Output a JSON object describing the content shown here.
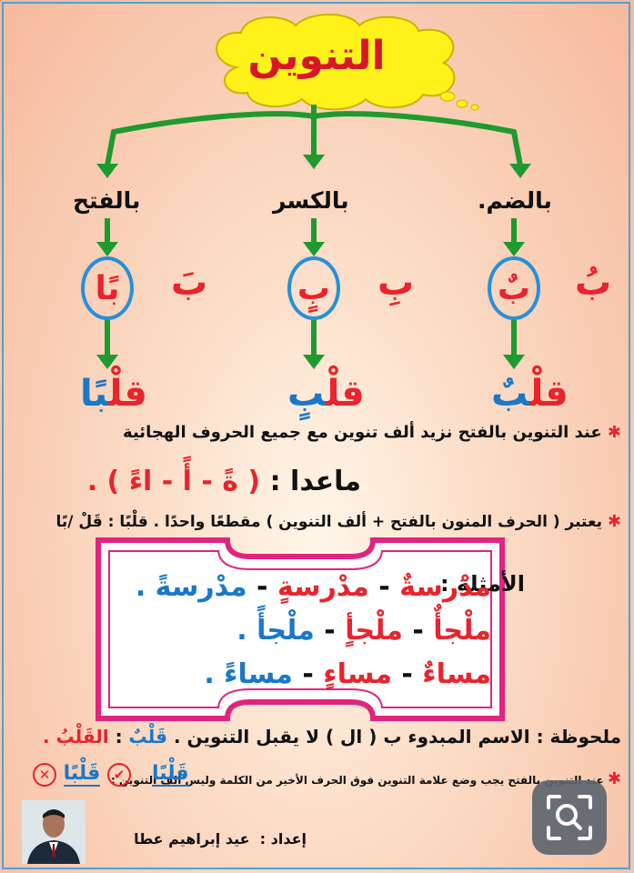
{
  "title": "التنوين",
  "branches": {
    "damm": {
      "label": "بالضم",
      "dot": ".",
      "letter_plain": "بُ",
      "letter_circled": "بٌ",
      "word_stem": "قلْ",
      "word_end": "بٌ"
    },
    "kasr": {
      "label": "بالكسر",
      "letter_plain": "بِ",
      "letter_circled": "بٍ",
      "word_stem": "قلْ",
      "word_end": "بٍ"
    },
    "fath": {
      "label": "بالفتح",
      "letter_plain": "بَ",
      "letter_circled": "بًا",
      "word_stem": "قلْ",
      "word_end": "بًا"
    }
  },
  "rule1": "عند التنوين بالفتح نزيد ألف تنوين مع جميع الحروف الهجائية",
  "except": {
    "label": "ماعدا :",
    "content": "( ةً - أً - اءً ) ."
  },
  "rule2": "يعتبر ( الحرف المنون بالفتح + ألف التنوين ) مقطعًا واحدًا . قلْبًا : قَلْ /بًا",
  "examples_label": "الأمثلة :",
  "examples": [
    {
      "a": "مدْرسةٌ",
      "b": "مدْرسةٍ",
      "c": "مدْرسةً ."
    },
    {
      "a": "ملْجأٌ",
      "b": "ملْجأٍ",
      "c": "ملْجأً ."
    },
    {
      "a": "مساءٌ",
      "b": "مساءٍ",
      "c": "مساءً ."
    }
  ],
  "separator": "-",
  "note": {
    "label": "ملحوظة :",
    "text": "الاسم المبدوء ب ( ال ) لا يقبل التنوين .",
    "wrong": "قَلْبٌ",
    "colon": ":",
    "right": "القَلْبُ ."
  },
  "rule3": "عند التنوين بالفتح يجب وضع علامة التنوين فوق الحرف الأخير من الكلمة وليس ألف التنوين :",
  "rule3_correct": "قَلْبًا",
  "rule3_wrong": "قَلْبًا",
  "check_symbol": "✔",
  "cross_symbol": "✕",
  "footer": {
    "prep_label": "إعداد :",
    "author": "عيد إبراهيم عطا"
  },
  "bullet": "✱",
  "colors": {
    "red": "#e8242c",
    "blue": "#1a78c9",
    "frame_magenta": "#e0247f",
    "arrow_green": "#1f9a2e",
    "cloud_yellow": "#fff21a"
  }
}
